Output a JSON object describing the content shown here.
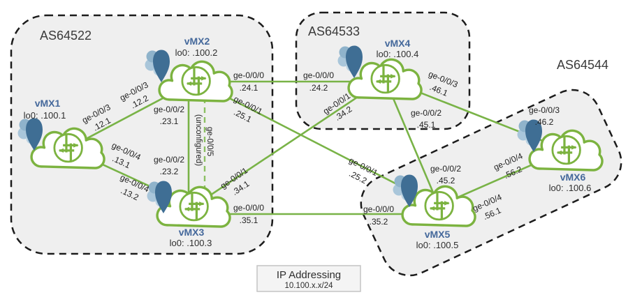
{
  "diagram_type": "BGP network topology",
  "as_regions": [
    {
      "label": "AS64522",
      "members": [
        "vMX1",
        "vMX2",
        "vMX3"
      ]
    },
    {
      "label": "AS64533",
      "members": [
        "vMX4"
      ]
    },
    {
      "label": "AS64544",
      "members": [
        "vMX5",
        "vMX6"
      ]
    }
  ],
  "nodes": [
    {
      "name": "vMX1",
      "loopback": "lo0: .100.1"
    },
    {
      "name": "vMX2",
      "loopback": "lo0: .100.2"
    },
    {
      "name": "vMX3",
      "loopback": "lo0: .100.3"
    },
    {
      "name": "vMX4",
      "loopback": "lo0: .100.4"
    },
    {
      "name": "vMX5",
      "loopback": "lo0: .100.5"
    },
    {
      "name": "vMX6",
      "loopback": "lo0: .100.6"
    }
  ],
  "links": [
    {
      "from": "vMX1",
      "to": "vMX2",
      "a_iface": "ge-0/0/3",
      "a_ip": ".12.1",
      "b_iface": "ge-0/0/3",
      "b_ip": ".12.2"
    },
    {
      "from": "vMX1",
      "to": "vMX3",
      "a_iface": "ge-0/0/4",
      "a_ip": ".13.1",
      "b_iface": "ge-0/0/4",
      "b_ip": ".13.2"
    },
    {
      "from": "vMX2",
      "to": "vMX3",
      "a_iface": "ge-0/0/2",
      "a_ip": ".23.1",
      "b_iface": "ge-0/0/2",
      "b_ip": ".23.2"
    },
    {
      "from": "vMX2",
      "to": "vMX4",
      "a_iface": "ge-0/0/0",
      "a_ip": ".24.1",
      "b_iface": "ge-0/0/0",
      "b_ip": ".24.2"
    },
    {
      "from": "vMX2",
      "to": "vMX5",
      "a_iface": "ge-0/0/1",
      "a_ip": ".25.1",
      "b_iface": "ge-0/0/1",
      "b_ip": ".25.2"
    },
    {
      "from": "vMX3",
      "to": "vMX4",
      "a_iface": "ge-0/0/1",
      "a_ip": ".34.1",
      "b_iface": "ge-0/0/1",
      "b_ip": ".34.2"
    },
    {
      "from": "vMX3",
      "to": "vMX5",
      "a_iface": "ge-0/0/0",
      "a_ip": ".35.1",
      "b_iface": "ge-0/0/0",
      "b_ip": ".35.2"
    },
    {
      "from": "vMX4",
      "to": "vMX5",
      "a_iface": "ge-0/0/2",
      "a_ip": ".45.1",
      "b_iface": "ge-0/0/2",
      "b_ip": ".45.2"
    },
    {
      "from": "vMX4",
      "to": "vMX6",
      "a_iface": "ge-0/0/3",
      "a_ip": ".46.1",
      "b_iface": "ge-0/0/3",
      "b_ip": ".46.2"
    },
    {
      "from": "vMX5",
      "to": "vMX6",
      "a_iface": "ge-0/0/4",
      "a_ip": ".56.1",
      "b_iface": "ge-0/0/4",
      "b_ip": ".56.2"
    }
  ],
  "unconfigured_link": {
    "from": "vMX2",
    "to": "vMX3",
    "iface": "ge-0/0/5",
    "note": "(unconfigured)"
  },
  "legend": {
    "title": "IP Addressing",
    "subnet": "10.100.x.x/24"
  },
  "colors": {
    "link_green": "#79b347",
    "dashed_link_green": "#8cc063",
    "cloud_green": "#7cb340",
    "node_name_blue": "#44689b",
    "region_fill": "#efefef",
    "region_border": "#1c1c1c",
    "flower_dark_blue": "#3f6e94",
    "flower_light_blue": "#a9c6da"
  }
}
